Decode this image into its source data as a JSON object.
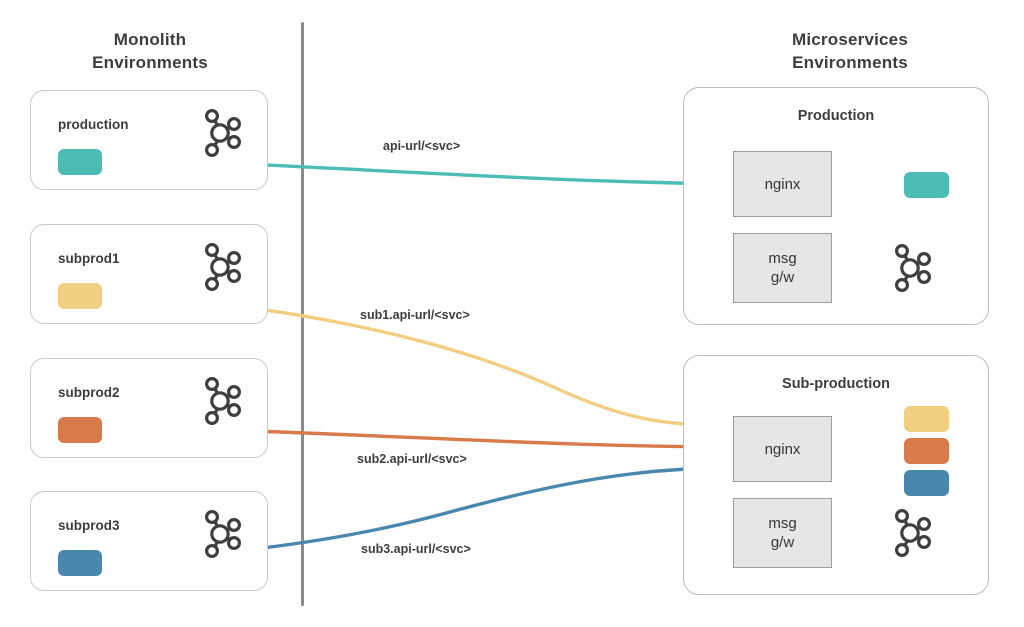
{
  "columns": {
    "left_title": "Monolith\nEnvironments",
    "left_title_line1": "Monolith",
    "left_title_line2": "Environments",
    "right_title_line1": "Microservices",
    "right_title_line2": "Environments"
  },
  "colors": {
    "teal": "#4BBDB5",
    "yellow": "#F2CE81",
    "orange": "#D87A4A",
    "blue": "#4A87AC",
    "box_fill": "#E6E6E6",
    "box_border": "#9E9E9E",
    "card_border": "#C9C9C9",
    "divider": "#8A8A8A",
    "text": "#3D3D3D"
  },
  "monolith_envs": [
    {
      "name": "production",
      "color": "#4BBDB5",
      "icon": "kafka-icon"
    },
    {
      "name": "subprod1",
      "color": "#F2CE81",
      "icon": "kafka-icon"
    },
    {
      "name": "subprod2",
      "color": "#D87A4A",
      "icon": "kafka-icon"
    },
    {
      "name": "subprod3",
      "color": "#4A87AC",
      "icon": "kafka-icon"
    }
  ],
  "microservice_panels": [
    {
      "title": "Production",
      "nginx_label": "nginx",
      "msgw_label": "msg\ng/w",
      "msgw_line1": "msg",
      "msgw_line2": "g/w",
      "icon": "kafka-icon",
      "outputs": [
        {
          "color": "#4BBDB5"
        }
      ]
    },
    {
      "title": "Sub-production",
      "nginx_label": "nginx",
      "msgw_label": "msg\ng/w",
      "msgw_line1": "msg",
      "msgw_line2": "g/w",
      "icon": "kafka-icon",
      "outputs": [
        {
          "color": "#F2CE81"
        },
        {
          "color": "#D87A4A"
        },
        {
          "color": "#4A87AC"
        }
      ]
    }
  ],
  "links": [
    {
      "label": "api-url/<svc>",
      "color": "#4BBDB5",
      "from": "production",
      "to": "Production"
    },
    {
      "label": "sub1.api-url/<svc>",
      "color": "#F2CE81",
      "from": "subprod1",
      "to": "Sub-production"
    },
    {
      "label": "sub2.api-url/<svc>",
      "color": "#D87A4A",
      "from": "subprod2",
      "to": "Sub-production"
    },
    {
      "label": "sub3.api-url/<svc>",
      "color": "#4A87AC",
      "from": "subprod3",
      "to": "Sub-production"
    }
  ]
}
